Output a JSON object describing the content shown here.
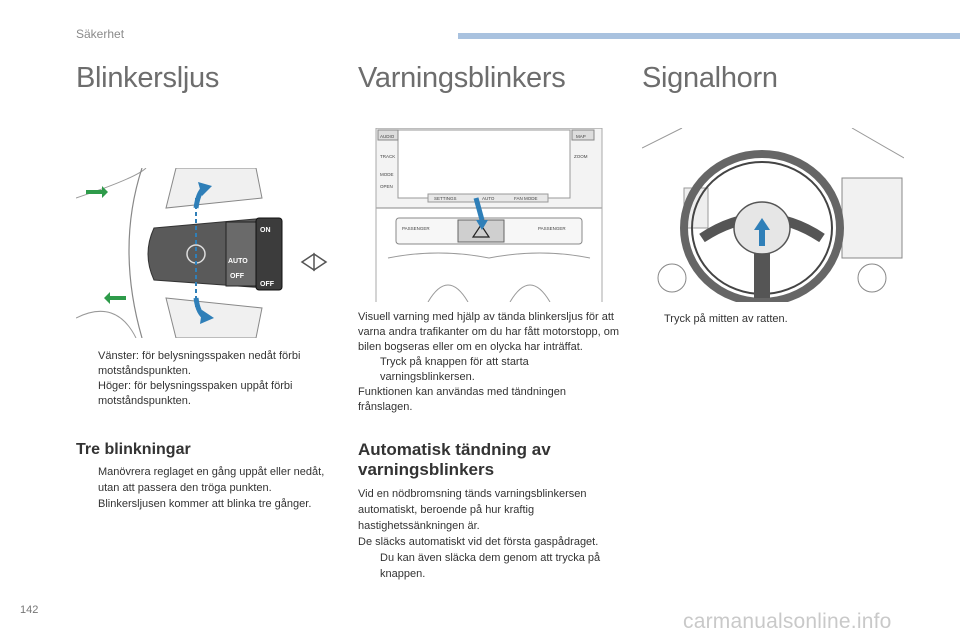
{
  "header": {
    "section": "Säkerhet"
  },
  "columns": [
    {
      "title": "Blinkersljus",
      "bullets": [
        "Vänster: för belysningsspaken nedåt förbi motståndspunkten.",
        "Höger: för belysningsspaken uppåt förbi motståndspunkten."
      ],
      "subheading": "Tre blinkningar",
      "sub_bullets": [
        "Manövrera reglaget en gång uppåt eller nedåt, utan att passera den tröga punkten. Blinkersljusen kommer att blinka tre gånger."
      ],
      "figure_labels": {
        "on": "ON",
        "auto": "AUTO",
        "off": "OFF",
        "off2": "OFF"
      }
    },
    {
      "title": "Varningsblinkers",
      "intro": "Visuell varning med hjälp av tända blinkersljus för att varna andra trafikanter om du har fått motorstopp, om bilen bogseras eller om en olycka har inträffat.",
      "bullet": "Tryck på knappen för att starta varningsblinkersen.",
      "note": "Funktionen kan användas med tändningen frånslagen.",
      "subheading": "Automatisk tändning av varningsblinkers",
      "paragraphs": [
        "Vid en nödbromsning tänds varningsblinkersen automatiskt, beroende på hur kraftig hastighetssänkningen är.",
        "De släcks automatiskt vid det första gaspådraget."
      ],
      "bullet2": "Du kan även släcka dem genom att trycka på knappen.",
      "figure_labels": {
        "audio": "AUDIO",
        "track": "TRACK",
        "mode": "MODE",
        "open": "OPEN",
        "map": "MAP",
        "zoom": "ZOOM",
        "settings": "SETTINGS",
        "auto": "AUTO",
        "fan": "FAN MODE",
        "passenger": "PASSENGER"
      }
    },
    {
      "title": "Signalhorn",
      "bullet": "Tryck på mitten av ratten."
    }
  ],
  "bullet_marker": "",
  "page_number": "142",
  "watermark": "carmanualsonline.info",
  "colors": {
    "accent_bar": "#a9c2df",
    "arrow_blue": "#2f7fb8",
    "arrow_green": "#2e9b4a"
  }
}
